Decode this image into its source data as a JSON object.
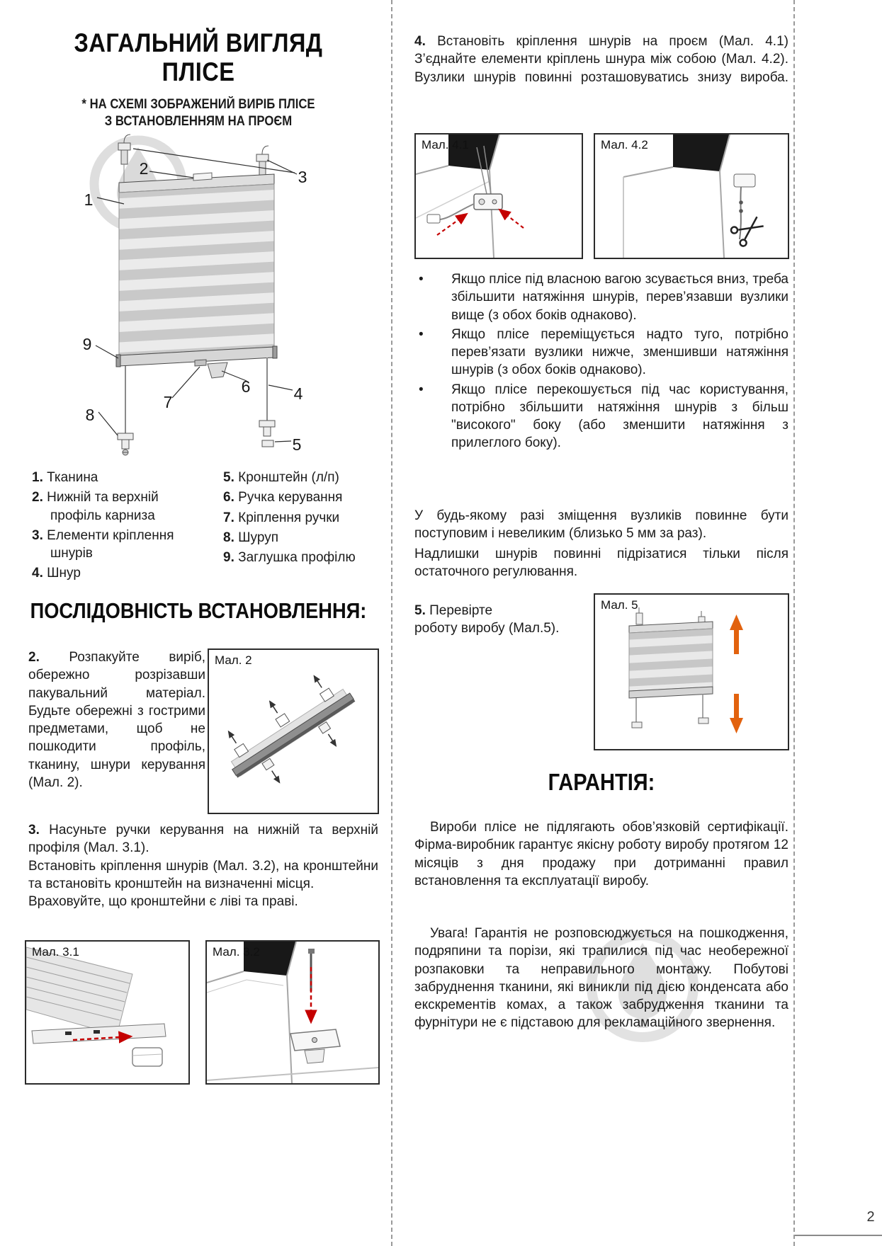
{
  "page_number": "2",
  "colors": {
    "red_arrow": "#c40000",
    "orange_arrow": "#e2620e",
    "text": "#1b1b1b"
  },
  "left_col": {
    "title_line1": "ЗАГАЛЬНИЙ ВИГЛЯД",
    "title_line2": "ПЛІСЕ",
    "subtitle_line1": "* НА СХЕМІ ЗОБРАЖЕНИЙ ВИРІБ ПЛІСЕ",
    "subtitle_line2": "З ВСТАНОВЛЕННЯМ НА ПРОЄМ",
    "diagram": {
      "callouts": [
        "1",
        "2",
        "3",
        "4",
        "5",
        "6",
        "7",
        "8",
        "9"
      ]
    },
    "legend_col1": [
      {
        "num": "1.",
        "text": "Тканина"
      },
      {
        "num": "2.",
        "text": "Нижній та верхній профіль карниза"
      },
      {
        "num": "3.",
        "text": "Елементи кріплення шнурів"
      },
      {
        "num": "4.",
        "text": "Шнур"
      }
    ],
    "legend_col2": [
      {
        "num": "5.",
        "text": "Кронштейн (л/п)"
      },
      {
        "num": "6.",
        "text": "Ручка керування"
      },
      {
        "num": "7.",
        "text": "Кріплення ручки"
      },
      {
        "num": "8.",
        "text": "Шуруп"
      },
      {
        "num": "9.",
        "text": "Заглушка профілю"
      }
    ],
    "sequence_header": "ПОСЛІДОВНІСТЬ ВСТАНОВЛЕННЯ:",
    "step2": {
      "num": "2.",
      "text": "Розпакуйте виріб, обережно розрізавши пакувальний матеріал. Будьте обережні з гострими предметами, щоб не пошкодити профіль, тканину, шнури керування (Мал. 2)."
    },
    "fig2_label": "Мал. 2",
    "step3": {
      "num": "3.",
      "line1": "Насуньте ручки керування на нижній та верхній профіля (Мал. 3.1).",
      "line2": "Встановіть кріплення шнурів (Мал. 3.2), на кронштейни та встановіть кронштейн на визначенні місця.",
      "line3": "Враховуйте, що кронштейни є ліві та праві."
    },
    "fig31_label": "Мал. 3.1",
    "fig32_label": "Мал. 3.2"
  },
  "right_col": {
    "step4": {
      "num": "4.",
      "text": "Встановіть кріплення шнурів на проєм (Мал. 4.1) З’єднайте елементи кріплень шнура між собою (Мал. 4.2). Вузлики шнурів повинні розташовуватись знизу вироба."
    },
    "fig41_label": "Мал. 4.1",
    "fig42_label": "Мал. 4.2",
    "bullet_glyph": "•",
    "bullets": [
      "Якщо плісе під власною вагою зсувається вниз, треба збільшити натяжіння шнурів, перев’язавши вузлики вище (з обох боків однаково).",
      "Якщо плісе переміщується надто туго, потрібно перев’язати вузлики нижче, зменшивши натяжіння шнурів (з обох боків однаково).",
      "Якщо плісе перекошується під час користування, потрібно збільшити натяжіння шнурів з більш \"високого\" боку (або зменшити натяжіння з прилеглого боку)."
    ],
    "note1": "У будь-якому разі зміщення вузликів повинне бути поступовим і невеликим (близько 5 мм за раз).",
    "note2": "Надлишки шнурів повинні підрізатися тільки після остаточного регулювання.",
    "step5": {
      "num": "5.",
      "line1": "Перевірте",
      "line2": "роботу виробу (Мал.5)."
    },
    "fig5_label": "Мал. 5",
    "warranty_header": "ГАРАНТІЯ:",
    "warranty_p1": "Вироби плісе не підлягають обов’язковій сертифікації. Фірма-виробник гарантує якісну роботу виробу протягом 12 місяців з дня продажу при дотриманні правил встановлення та експлуатації виробу.",
    "warranty_p2": "Увага! Гарантія не розповсюджується на пошкодження, подряпини та порізи, які трапилися під час необережної розпаковки та неправильного монтажу. Побутові забруднення тканини, які виникли під дією конденсата або екскрементів комах, а також забрудження тканини та фурнітури не є підставою для рекламаційного звернення."
  }
}
